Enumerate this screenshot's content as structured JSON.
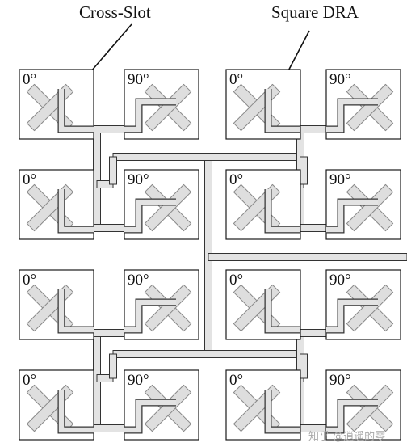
{
  "labels": {
    "cross_slot": "Cross-Slot",
    "square_dra": "Square DRA"
  },
  "phase_labels": {
    "left": "0°",
    "right": "90°"
  },
  "watermark": "知乎 @逍遥的零",
  "colors": {
    "line": "#1a1a1a",
    "feed_fill": "#e3e3e3",
    "slot_fill": "#dedede",
    "slot_stroke": "#8a8a8a"
  }
}
